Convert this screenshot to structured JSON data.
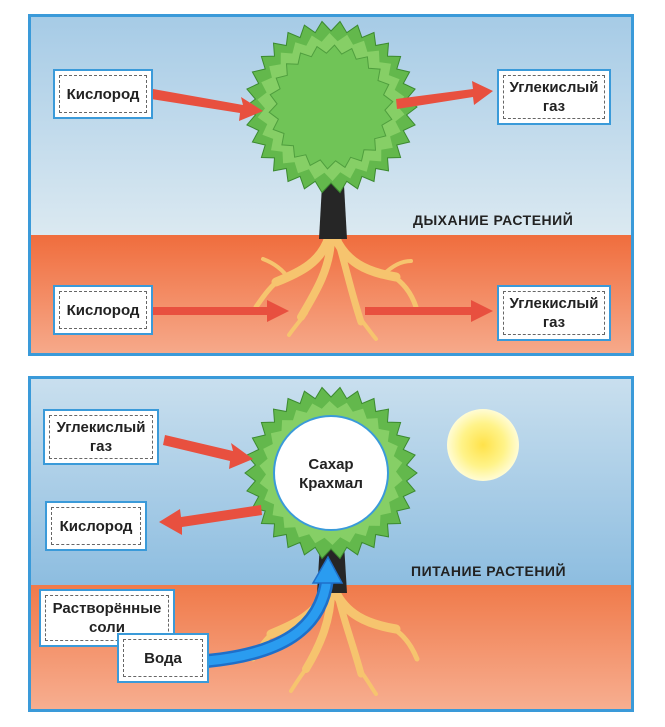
{
  "top_panel": {
    "caption": "ДЫХАНИЕ  РАСТЕНИЙ",
    "label_oxygen_air": "Кислород",
    "label_co2_air": "Углекислый\nгаз",
    "label_oxygen_soil": "Кислород",
    "label_co2_soil": "Углекислый\nгаз"
  },
  "bottom_panel": {
    "caption": "ПИТАНИЕ  РАСТЕНИЙ",
    "label_co2": "Углекислый\nгаз",
    "label_oxygen": "Кислород",
    "label_salts": "Растворённые\nсоли",
    "label_water": "Вода",
    "crown_text": "Сахар\nКрахмал"
  },
  "colors": {
    "sky_top": "#c3dced",
    "sky_bottom": "#8fbedf",
    "soil_top": "#f06d3d",
    "soil_bottom": "#f6a57d",
    "frame": "#3a9ad9",
    "arrow_red": "#e8503f",
    "arrow_blue": "#1e90e0",
    "crown_green": "#5cb848",
    "crown_light": "#8ed372",
    "trunk": "#262626",
    "roots": "#f5c36b",
    "sun": "#fff27a"
  }
}
